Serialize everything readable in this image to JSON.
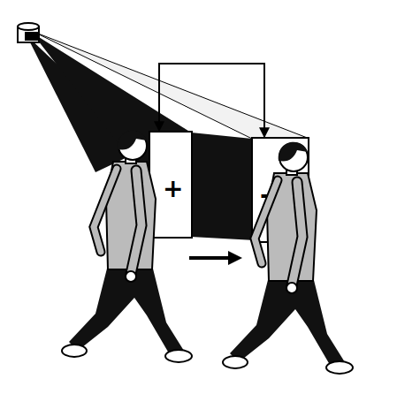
{
  "diagram": {
    "nodes": [
      {
        "text": [
          "+"
        ]
      },
      {
        "text": [
          "-"
        ]
      }
    ],
    "edges": [
      {
        "from": 0,
        "to": 1,
        "arrow": "both"
      }
    ]
  }
}
